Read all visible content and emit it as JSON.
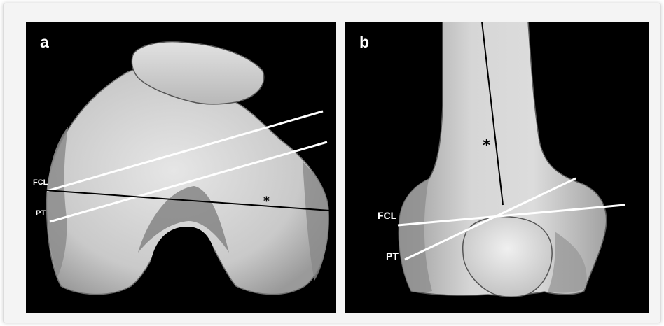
{
  "figure": {
    "panel_a": {
      "letter": "a",
      "labels": {
        "fcl": "FCL",
        "pt": "PT",
        "angle_marker": "*"
      }
    },
    "panel_b": {
      "letter": "b",
      "labels": {
        "fcl": "FCL",
        "pt": "PT",
        "axis_marker": "*"
      }
    }
  },
  "colors": {
    "background": "#000000",
    "bone": "#d8d8d8",
    "reference_lines": "#ffffff",
    "axis_line": "#000000"
  }
}
